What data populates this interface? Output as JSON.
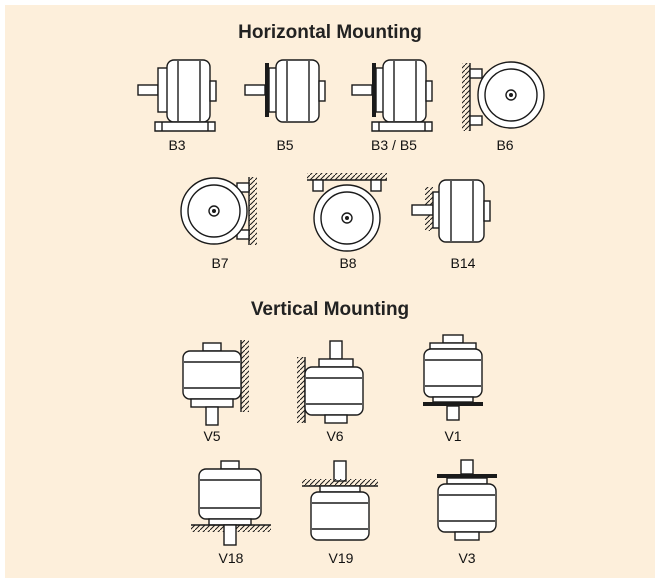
{
  "sections": {
    "horizontal_title": "Horizontal Mounting",
    "vertical_title": "Vertical Mounting"
  },
  "horizontal": [
    "B3",
    "B5",
    "B3 / B5",
    "B6",
    "B7",
    "B8",
    "B14"
  ],
  "vertical": [
    "V5",
    "V6",
    "V1",
    "V18",
    "V19",
    "V3"
  ],
  "colors": {
    "panel_background": "#fdefdb",
    "line": "#1a1a1a"
  }
}
